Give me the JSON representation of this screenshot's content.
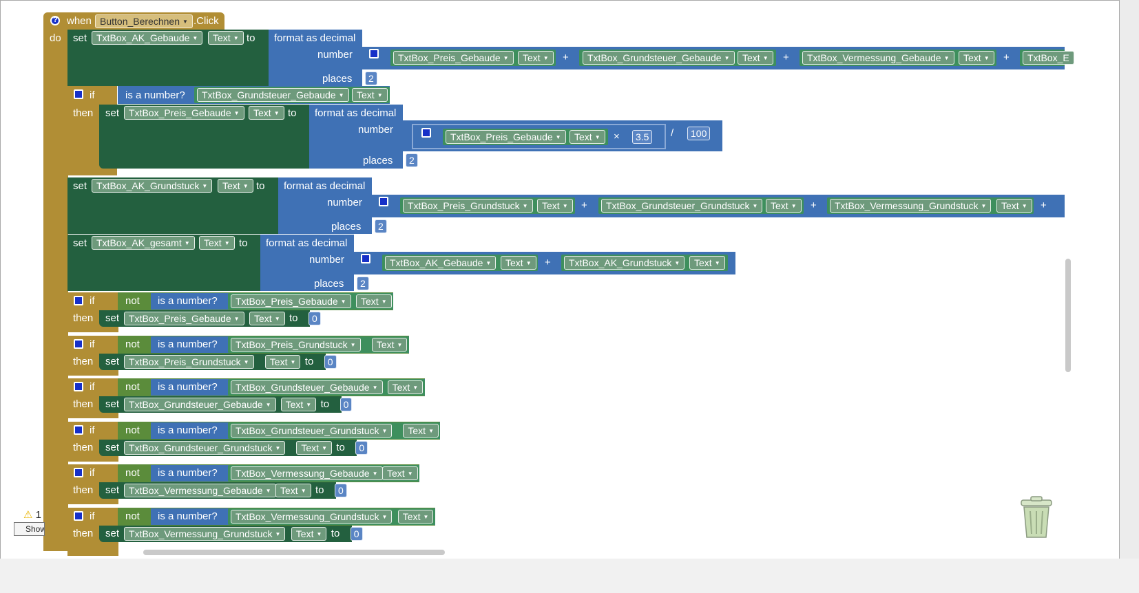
{
  "event": {
    "help": "?",
    "when_label": "when",
    "component": "Button_Berechnen",
    "event_name": ".Click",
    "do_label": "do"
  },
  "labels": {
    "set": "set",
    "to": "to",
    "dot": ".",
    "if": "if",
    "then": "then",
    "not": "not",
    "is_number": "is a number?",
    "format_decimal": "format as decimal",
    "number": "number",
    "places": "places",
    "plus": "+",
    "times": "×",
    "divide": "/",
    "prop": "Text"
  },
  "blocks": {
    "b1": {
      "target": "TxtBox_AK_Gebaude",
      "sum": [
        "TxtBox_Preis_Gebaude",
        "TxtBox_Grundsteuer_Gebaude",
        "TxtBox_Vermessung_Gebaude",
        "TxtBox_E"
      ],
      "places": "2"
    },
    "b2": {
      "check": "TxtBox_Grundsteuer_Gebaude",
      "target": "TxtBox_Preis_Gebaude",
      "mul_source": "TxtBox_Preis_Gebaude",
      "factor": "3.5",
      "divisor": "100",
      "places": "2"
    },
    "b3": {
      "target": "TxtBox_AK_Grundstuck",
      "sum": [
        "TxtBox_Preis_Grundstuck",
        "TxtBox_Grundsteuer_Grundstuck",
        "TxtBox_Vermessung_Grundstuck"
      ],
      "places": "2"
    },
    "b4": {
      "target": "TxtBox_AK_gesamt",
      "sum": [
        "TxtBox_AK_Gebaude",
        "TxtBox_AK_Grundstuck"
      ],
      "places": "2"
    },
    "checks": [
      {
        "field": "TxtBox_Preis_Gebaude",
        "value": "0"
      },
      {
        "field": "TxtBox_Preis_Grundstuck",
        "value": "0"
      },
      {
        "field": "TxtBox_Grundsteuer_Gebaude",
        "value": "0"
      },
      {
        "field": "TxtBox_Grundsteuer_Grundstuck",
        "value": "0"
      },
      {
        "field": "TxtBox_Vermessung_Gebaude",
        "value": "0"
      },
      {
        "field": "TxtBox_Vermessung_Grundstuck",
        "value": "0"
      }
    ]
  },
  "warnings": {
    "count": "1",
    "show_label": "Show"
  },
  "colors": {
    "event": "#b18e35",
    "setter": "#23603f",
    "math": "#3f71b5",
    "getter": "#3e8f5d",
    "logic": "#5b8c3b"
  }
}
